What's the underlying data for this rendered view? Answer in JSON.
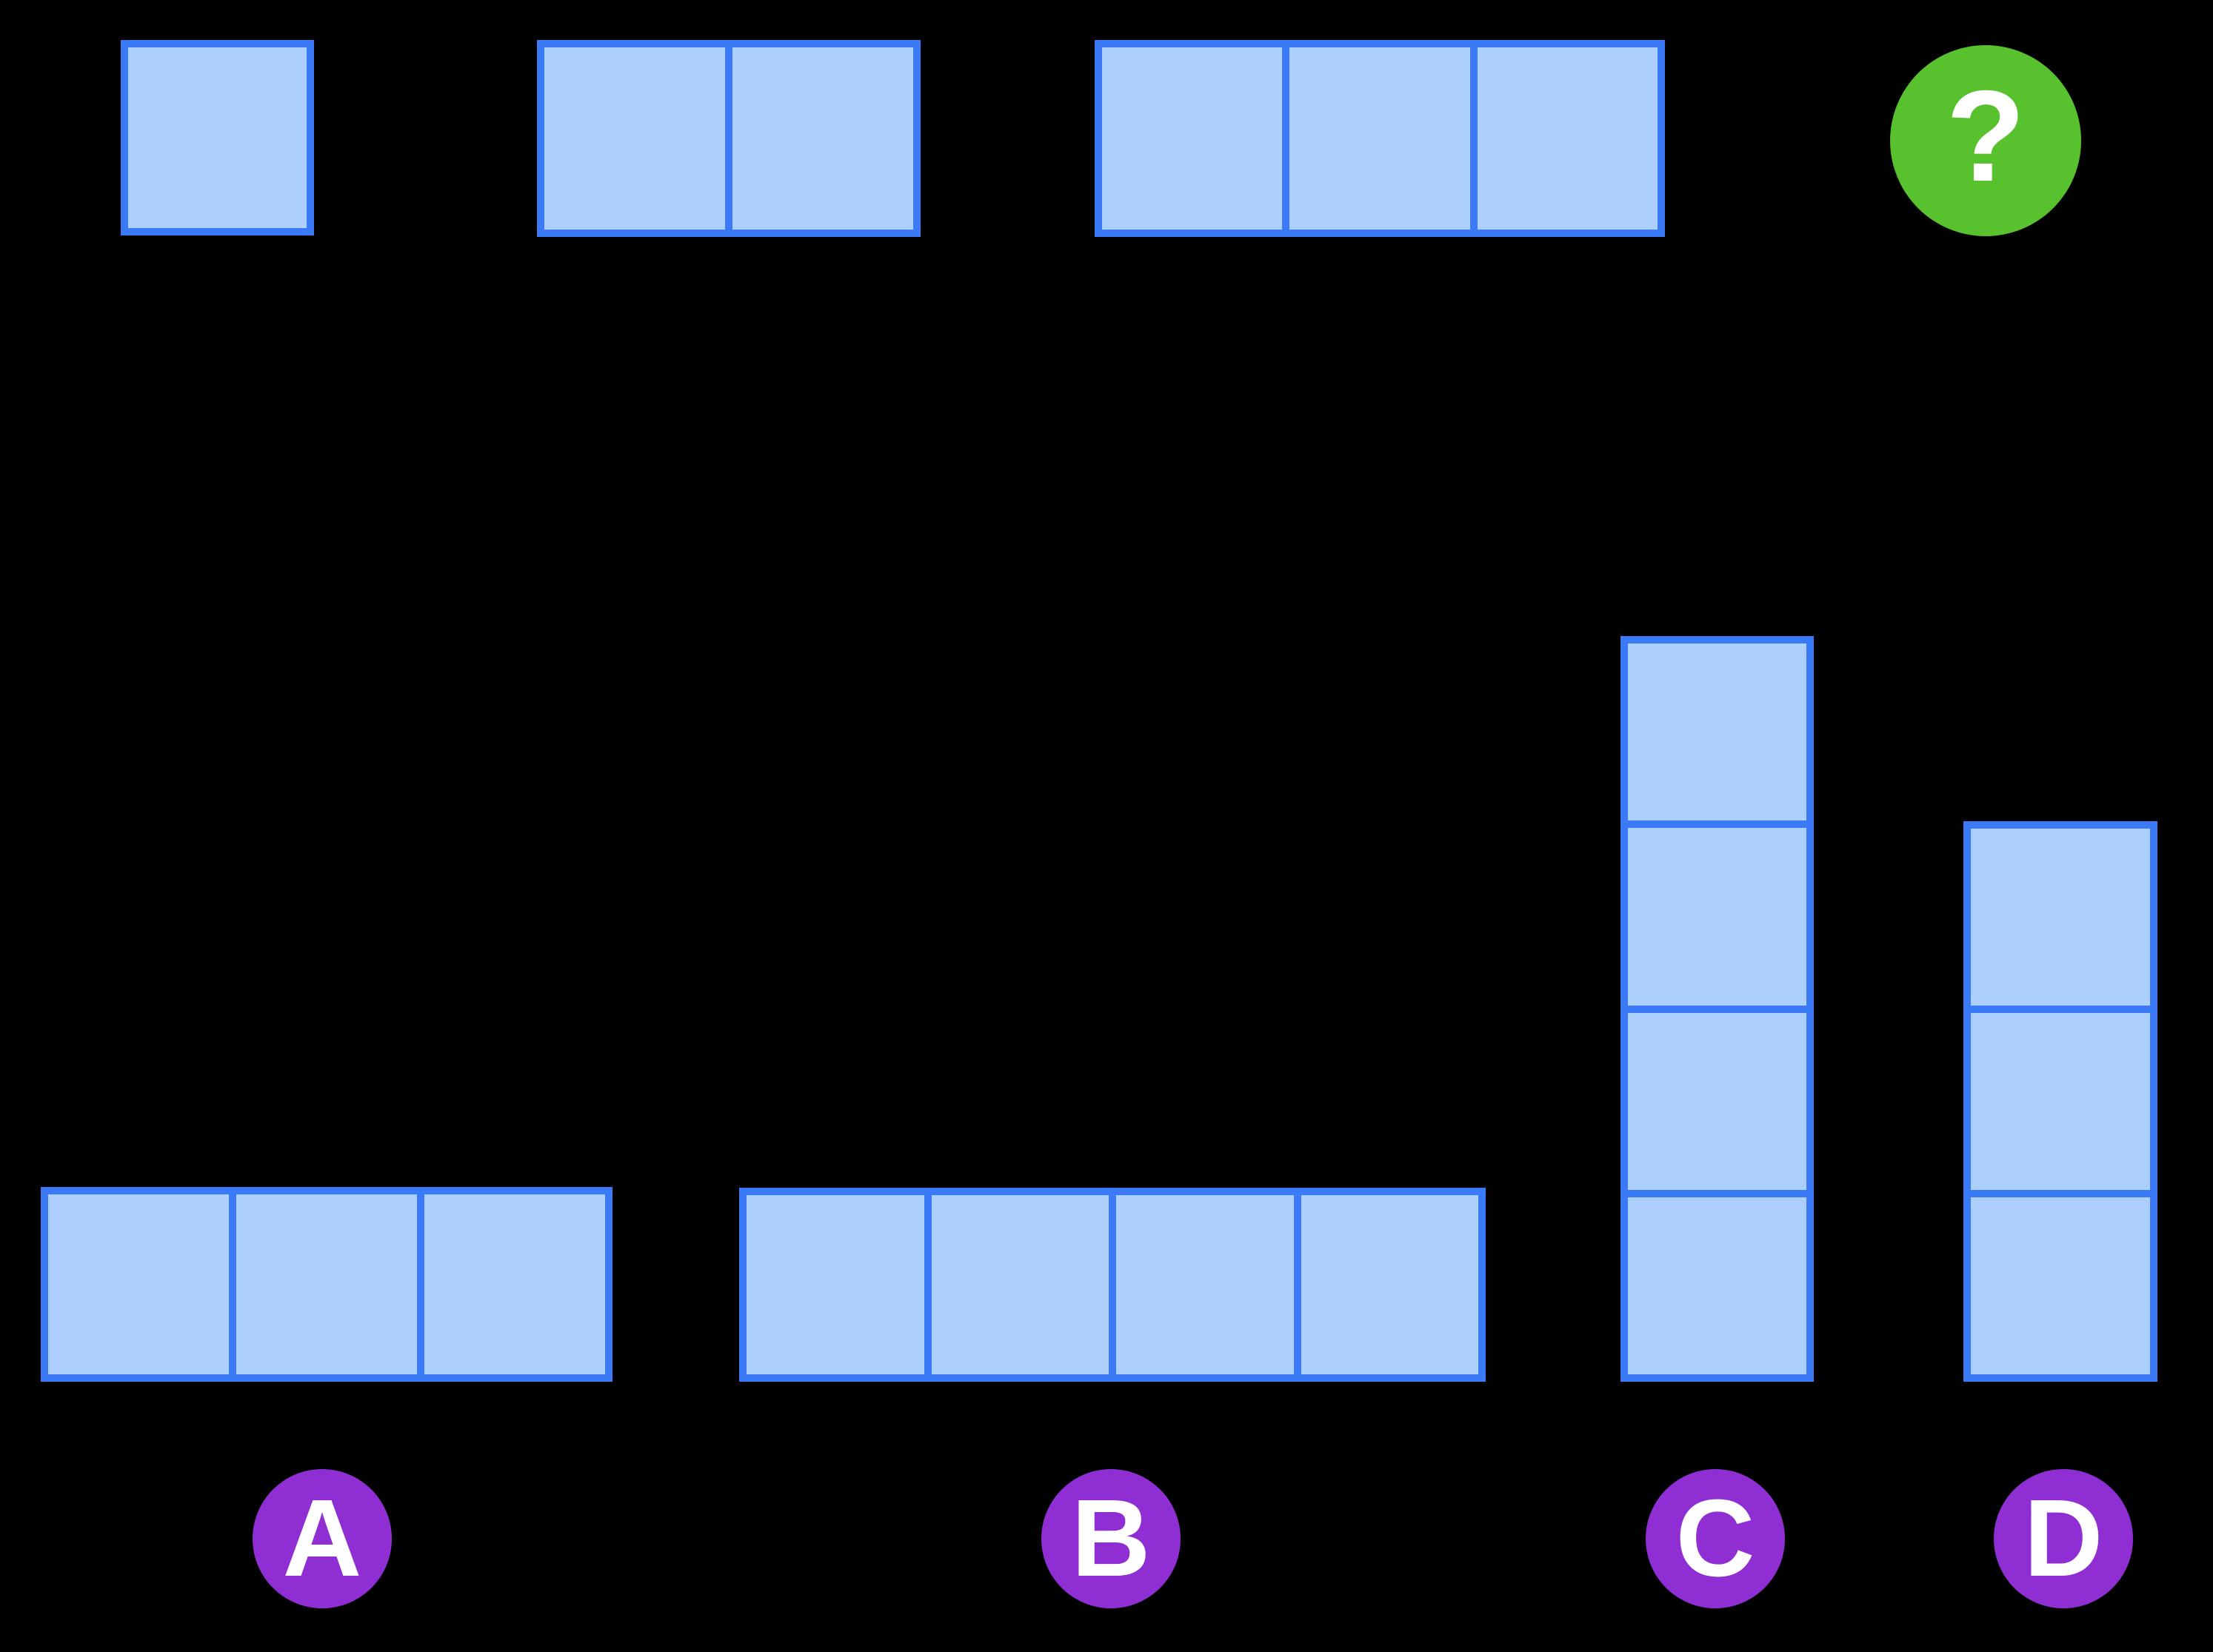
{
  "colors": {
    "background": "#000000",
    "cell_border": "#3B7AF6",
    "cell_fill": "#ADCFFB",
    "question_green": "#57C22D",
    "badge_purple": "#8E2ED3",
    "label_text": "#FFFFFF"
  },
  "sequence": {
    "terms": [
      {
        "squares": 1,
        "orientation": "horizontal"
      },
      {
        "squares": 2,
        "orientation": "horizontal"
      },
      {
        "squares": 3,
        "orientation": "horizontal"
      }
    ],
    "question_symbol": "?"
  },
  "options": [
    {
      "label": "A",
      "squares": 3,
      "orientation": "horizontal"
    },
    {
      "label": "B",
      "squares": 4,
      "orientation": "horizontal"
    },
    {
      "label": "C",
      "squares": 4,
      "orientation": "vertical"
    },
    {
      "label": "D",
      "squares": 3,
      "orientation": "vertical"
    }
  ]
}
